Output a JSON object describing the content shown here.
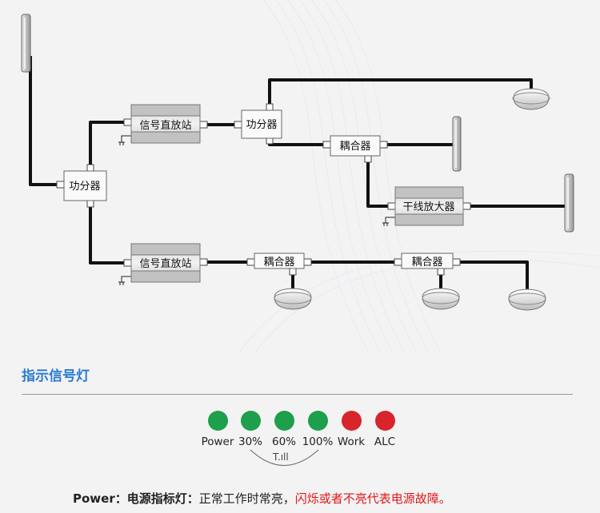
{
  "diagram": {
    "repeater_label": "信号直放站",
    "splitter_label": "功分器",
    "coupler_label": "耦合器",
    "line_amp_label": "干线放大器"
  },
  "indicator": {
    "title": "指示信号灯",
    "leds": [
      {
        "label": "Power",
        "color": "#1d9f4b"
      },
      {
        "label": "30%",
        "color": "#1d9f4b"
      },
      {
        "label": "60%",
        "color": "#1d9f4b"
      },
      {
        "label": "100%",
        "color": "#1d9f4b"
      },
      {
        "label": "Work",
        "color": "#d8242b"
      },
      {
        "label": "ALC",
        "color": "#d8242b"
      }
    ],
    "signal_glyph": "T.ıll"
  },
  "note": {
    "key": "Power：电源指标灯：",
    "normal": "正常工作时常亮，",
    "fault": "闪烁或者不亮代表电源故障。"
  },
  "colors": {
    "accent": "#2a7bd1",
    "green": "#1d9f4b",
    "red": "#d8242b",
    "fault_text": "#e01818"
  }
}
